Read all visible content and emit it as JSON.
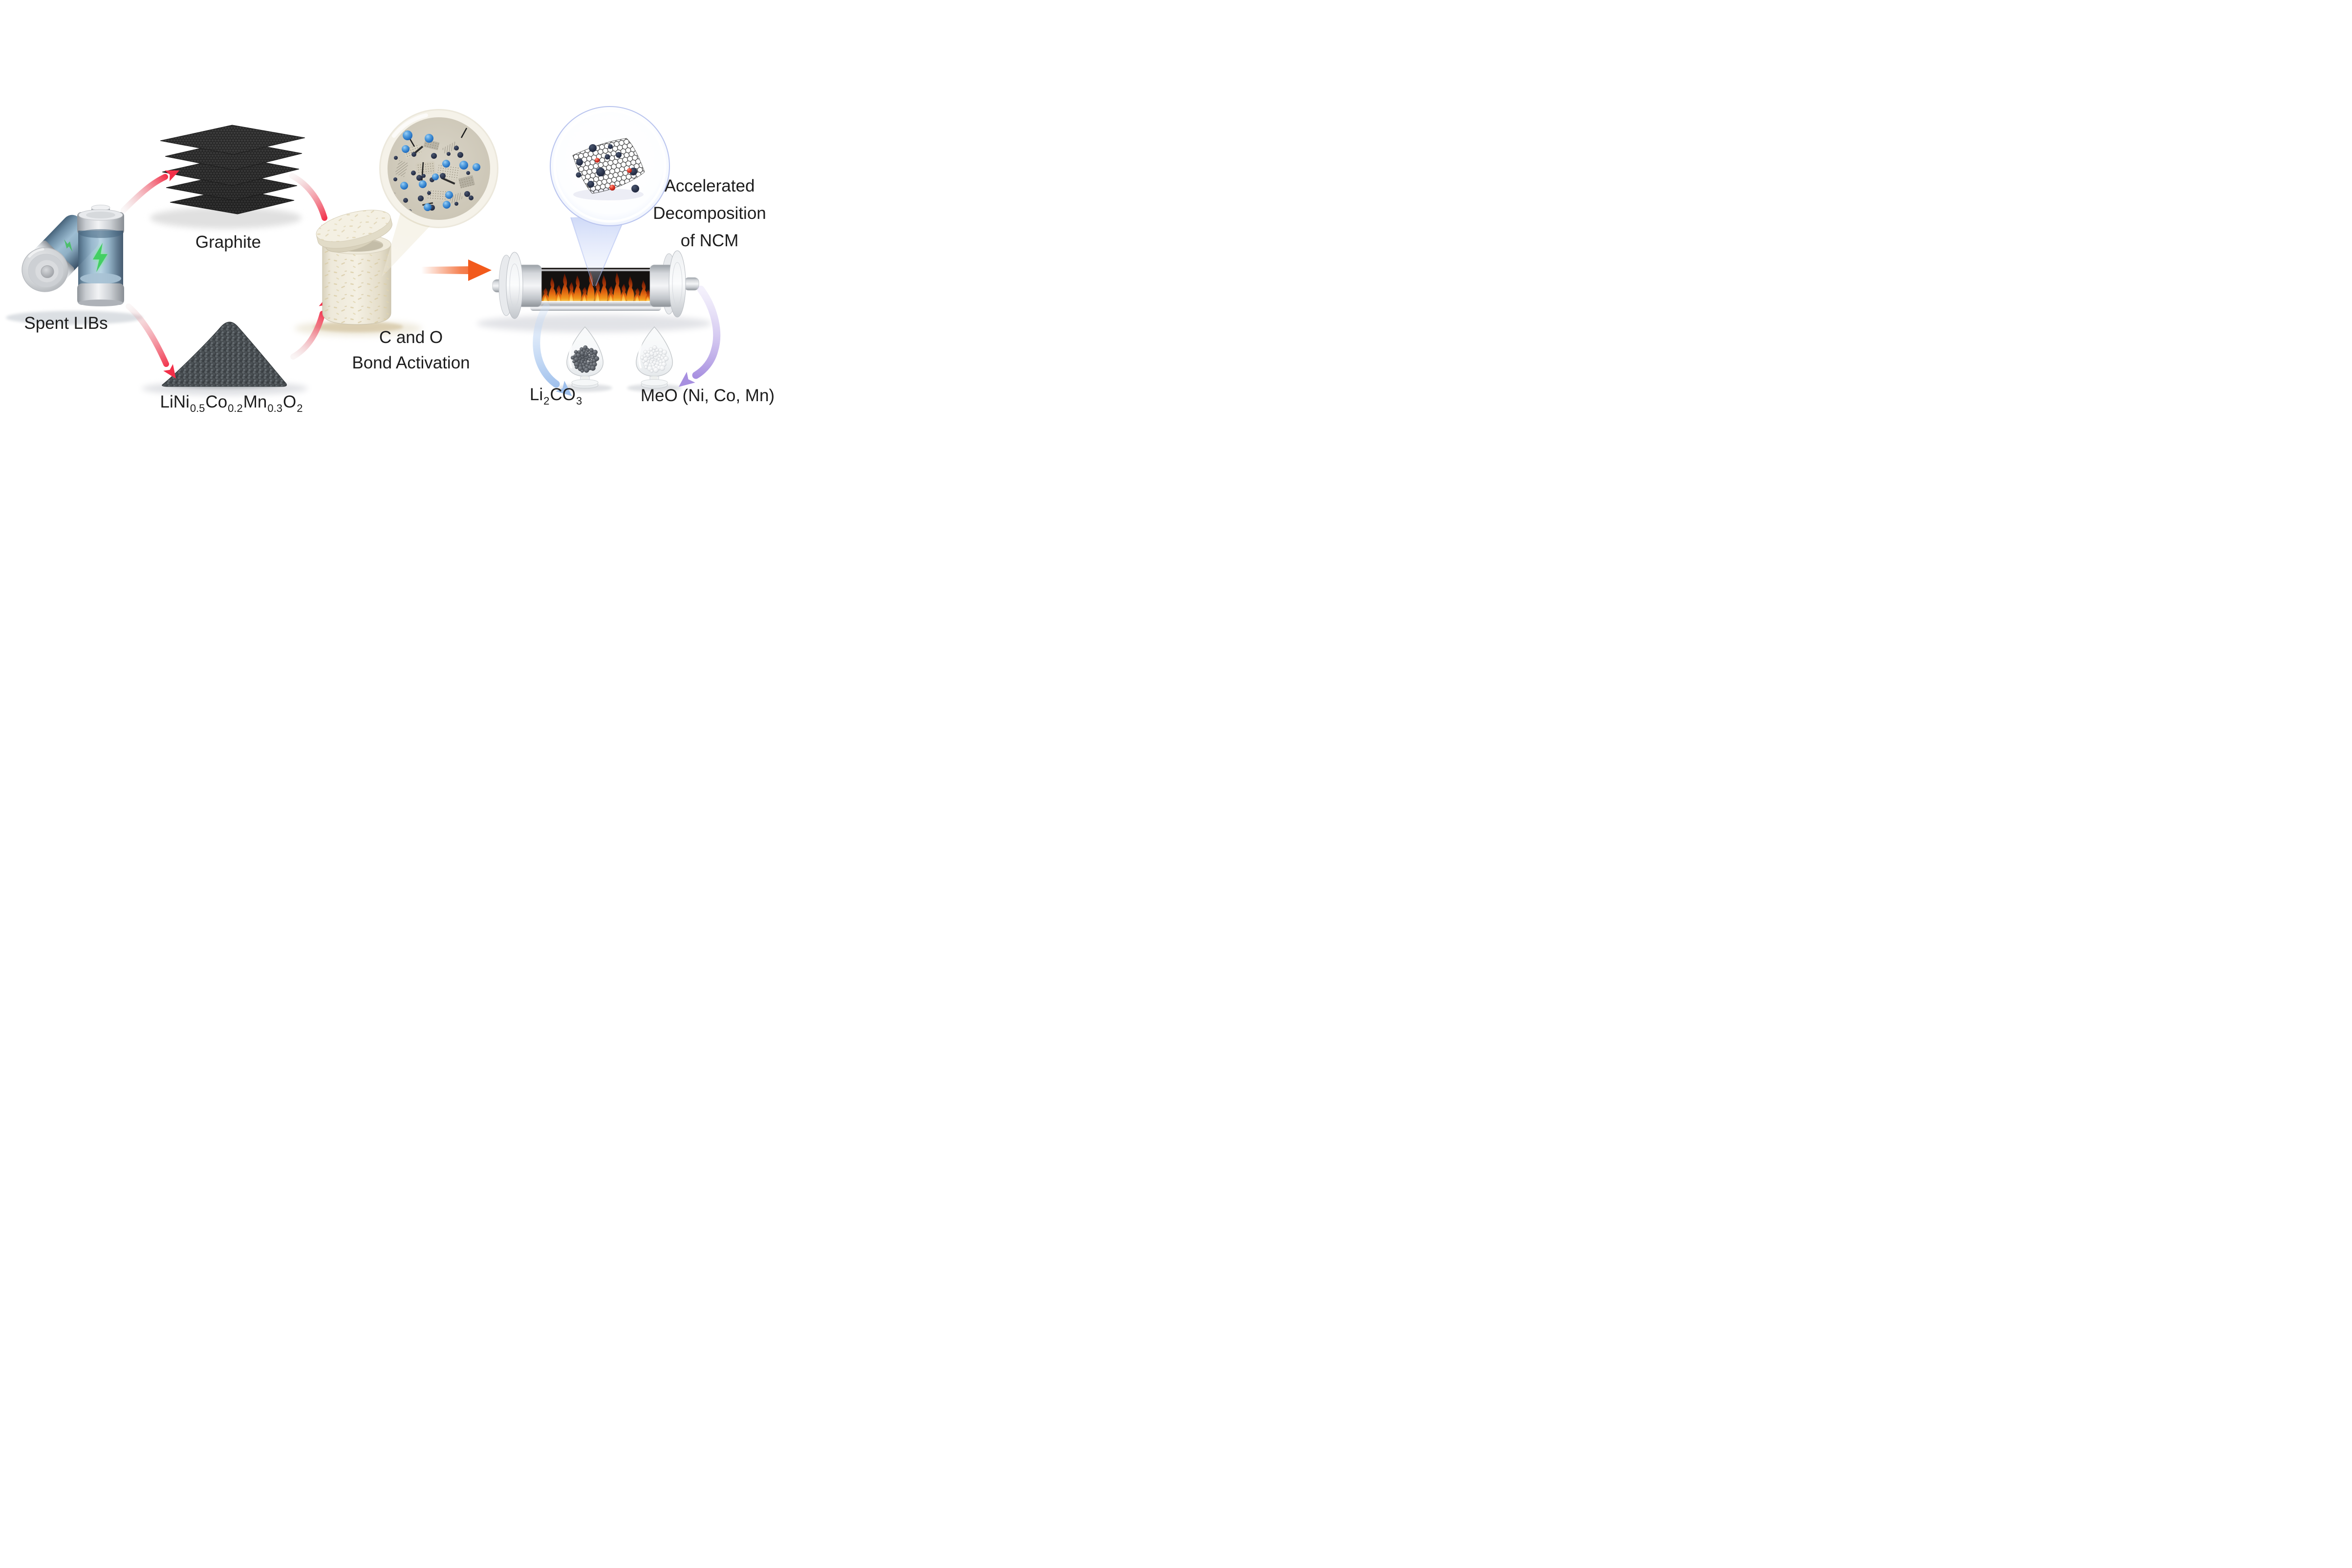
{
  "palette": {
    "background": "#ffffff",
    "text": "#1d1d1d",
    "arrow_red": "#f23049",
    "arrow_orange": "#f25a1c",
    "arrow_blue": "#9fc0ec",
    "arrow_purple": "#a78fe0",
    "milling_ball_blue": "#2f7fd0",
    "flame_orange": "#f07c18",
    "jar_cream": "#ece7d8",
    "graphite_black": "#2f2f2f",
    "ncm_powder_gray": "#4a5054",
    "li2co3_powder_gray": "#5a5f66",
    "meo_powder_white": "#e9ebee",
    "battery_glass_blue": "#8fb0c5",
    "battery_bolt_green": "#47d065"
  },
  "stages": {
    "spent_libs": {
      "label": "Spent LIBs"
    },
    "graphite": {
      "label": "Graphite"
    },
    "ncm": {
      "formula_segments": [
        {
          "t": "LiNi"
        },
        {
          "s": "0.5"
        },
        {
          "t": "Co"
        },
        {
          "s": "0.2"
        },
        {
          "t": "Mn"
        },
        {
          "s": "0.3"
        },
        {
          "t": "O"
        },
        {
          "s": "2"
        }
      ]
    },
    "activation": {
      "line1": "C and O",
      "line2": "Bond Activation"
    },
    "decomposition": {
      "line1": "Accelerated",
      "line2": "Decomposition",
      "line3": "of NCM"
    },
    "products": {
      "li2co3": {
        "formula_segments": [
          {
            "t": "Li"
          },
          {
            "s": "2"
          },
          {
            "t": "CO"
          },
          {
            "s": "3"
          }
        ]
      },
      "meo": {
        "label": "MeO (Ni, Co, Mn)"
      }
    }
  }
}
